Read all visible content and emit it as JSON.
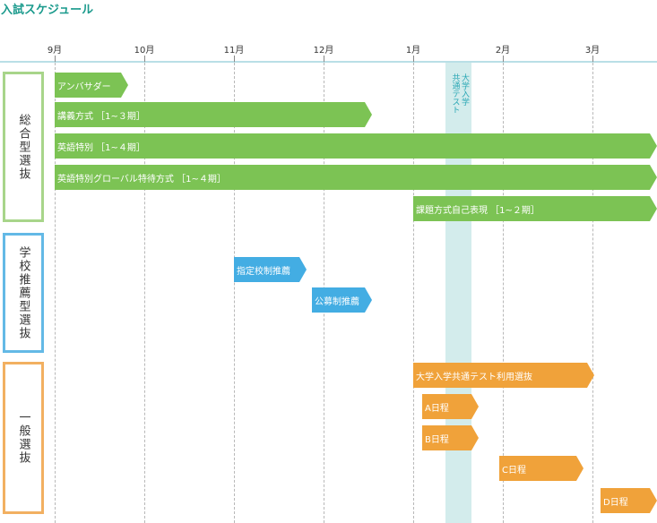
{
  "title": "入試スケジュール",
  "colors": {
    "accent": "#1a9a8c",
    "green": "#7cc354",
    "blue": "#43ade3",
    "orange": "#f0a23a",
    "rule": "#b9dfe6",
    "band": "#d3ecec",
    "band_text": "#2aa7b5"
  },
  "months": [
    "9月",
    "10月",
    "11月",
    "12月",
    "1月",
    "2月",
    "3月"
  ],
  "exam_band": {
    "lines": [
      "大学入学",
      "共通テスト"
    ]
  },
  "groups": [
    {
      "id": "sogo",
      "label": "総合型選抜",
      "color": "green"
    },
    {
      "id": "suisen",
      "label": "学校推薦型選抜",
      "color": "blue"
    },
    {
      "id": "ippan",
      "label": "一般選抜",
      "color": "orange"
    }
  ],
  "programs": [
    {
      "label": "アンバサダー",
      "group": "sogo"
    },
    {
      "label": "講義方式 ［1~３期］",
      "group": "sogo"
    },
    {
      "label": "英語特別 ［1~４期］",
      "group": "sogo"
    },
    {
      "label": "英語特別グローバル特待方式 ［1~４期］",
      "group": "sogo"
    },
    {
      "label": "課題方式自己表現 ［1~２期］",
      "group": "sogo"
    },
    {
      "label": "指定校制推薦",
      "group": "suisen"
    },
    {
      "label": "公募制推薦",
      "group": "suisen"
    },
    {
      "label": "大学入学共通テスト利用選抜",
      "group": "ippan"
    },
    {
      "label": "A日程",
      "group": "ippan"
    },
    {
      "label": "B日程",
      "group": "ippan"
    },
    {
      "label": "C日程",
      "group": "ippan"
    },
    {
      "label": "D日程",
      "group": "ippan"
    }
  ]
}
